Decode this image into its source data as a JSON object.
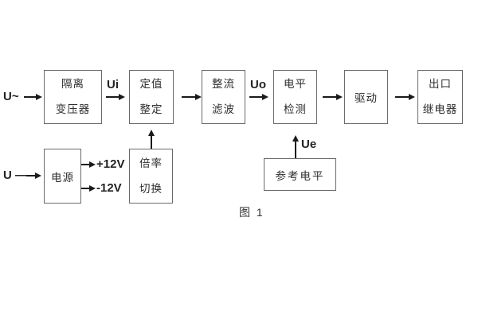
{
  "figure": {
    "caption": "图 1"
  },
  "labels": {
    "input_ac": "U~",
    "input_dc": "U —",
    "signal_ui": "Ui",
    "signal_uo": "Uo",
    "signal_ue": "Ue",
    "rail_pos": "+12V",
    "rail_neg": "-12V"
  },
  "blocks": {
    "isolation_transformer": {
      "line1": "隔离",
      "line2": "变压器"
    },
    "setting_adjust": {
      "line1": "定值",
      "line2": "整定"
    },
    "rectify_filter": {
      "line1": "整流",
      "line2": "滤波"
    },
    "level_detect": {
      "line1": "电平",
      "line2": "检测"
    },
    "drive": {
      "label": "驱动"
    },
    "output_relay": {
      "line1": "出口",
      "line2": "继电器"
    },
    "power": {
      "label": "电源"
    },
    "ratio_switch": {
      "line1": "倍率",
      "line2": "切换"
    },
    "reference_level": {
      "label": "参考电平"
    }
  },
  "colors": {
    "background": "#ffffff",
    "box_border": "#6a6a6a",
    "text": "#2d2d2d",
    "arrow": "#1a1a1a"
  }
}
